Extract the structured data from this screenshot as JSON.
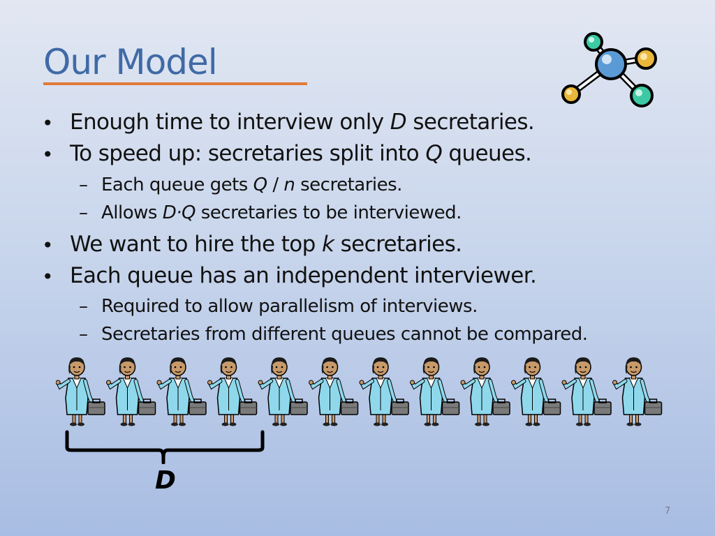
{
  "slide": {
    "title": "Our Model",
    "bullets": [
      {
        "pre": "Enough time to interview only ",
        "it": "D",
        "post": " secretaries."
      },
      {
        "pre": "To speed up: secretaries split into ",
        "it": "Q",
        "post": " queues."
      },
      {
        "pre": "We want to hire the top ",
        "it": "k",
        "post": " secretaries."
      },
      {
        "text": "Each queue has an independent interviewer."
      }
    ],
    "subs": [
      {
        "pre": "Each queue gets ",
        "it1": "Q",
        "mid": " / ",
        "it2": "n",
        "post": " secretaries."
      },
      {
        "pre": "Allows ",
        "it": "D·Q",
        "post": " secretaries to be interviewed."
      },
      {
        "text": "Required to allow parallelism of interviews."
      },
      {
        "text": "Secretaries from different queues cannot be compared."
      }
    ],
    "bullet_glyph": "•",
    "dash_glyph": "–",
    "brace_label": "D",
    "page_number": "7",
    "secretary_count": 12,
    "brace_covers": 4,
    "icons": [
      "molecule-icon",
      "secretary-figure"
    ],
    "colors": {
      "title": "#3f6aa6",
      "underline": "#e07b39",
      "suit": "#8fd8ec",
      "briefcase": "#7a7a7a",
      "molecule_center": "#5b9bd5",
      "molecule_teal": "#3cc9a4",
      "molecule_gold": "#e9b73a"
    }
  }
}
